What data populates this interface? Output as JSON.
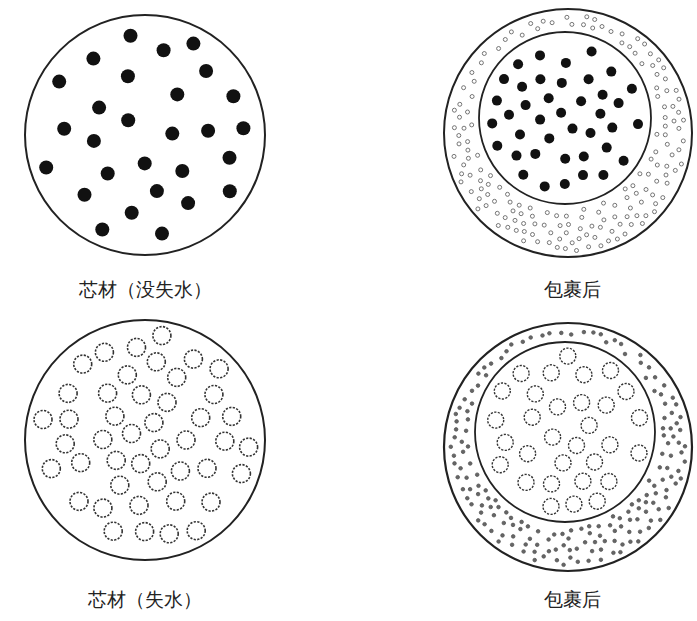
{
  "diagram": {
    "labels": [
      "芯材（没失水）",
      "包裹后",
      "芯材（失水）",
      "包裹后"
    ]
  }
}
